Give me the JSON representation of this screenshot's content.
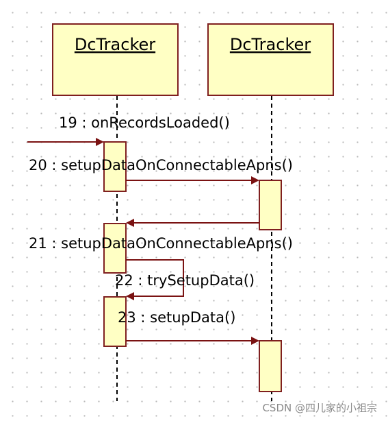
{
  "lifelines": [
    {
      "name": "DcTracker"
    },
    {
      "name": "DcTracker"
    }
  ],
  "messages": [
    {
      "label": "19 : onRecordsLoaded()"
    },
    {
      "label": "20 : setupDataOnConnectableApns()"
    },
    {
      "label": "21 : setupDataOnConnectableApns()"
    },
    {
      "label": "22 : trySetupData()"
    },
    {
      "label": "23 : setupData()"
    }
  ],
  "watermark": "CSDN @四儿家的小祖宗",
  "colors": {
    "box_fill": "#ffffc4",
    "box_border": "#7f1f1f",
    "arrow": "#7a1212"
  }
}
